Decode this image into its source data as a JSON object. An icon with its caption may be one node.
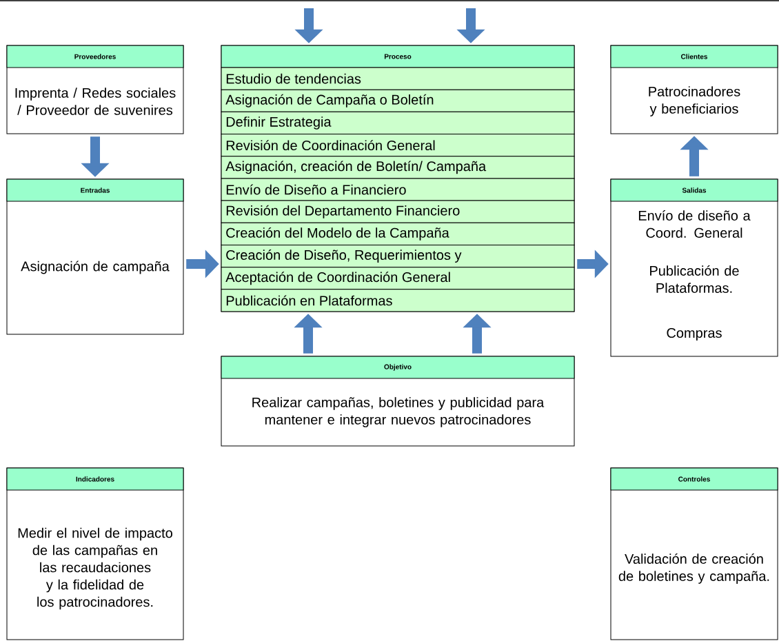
{
  "diagram": {
    "nodes": [
      {
        "text": [
          "Proveedores",
          "Imprenta / Redes sociales / Proveedor de suvenires"
        ]
      },
      {
        "text": [
          "Proceso"
        ]
      },
      {
        "text": [
          "Estudio de tendencias"
        ],
        "in": 1
      },
      {
        "text": [
          "Asignación de Campaña o Boletín"
        ],
        "in": 1
      },
      {
        "text": [
          "Definir Estrategia"
        ],
        "in": 1
      },
      {
        "text": [
          "Revisión de Coordinación General"
        ],
        "in": 1
      },
      {
        "text": [
          "Asignación, creación de Boletín/ Campaña"
        ],
        "in": 1
      },
      {
        "text": [
          "Envío de Diseño a Financiero"
        ],
        "in": 1
      },
      {
        "text": [
          "Revisión del Departamento Financiero"
        ],
        "in": 1
      },
      {
        "text": [
          "Creación del Modelo de la Campaña"
        ],
        "in": 1
      },
      {
        "text": [
          "Creación de Diseño, Requerimientos y"
        ],
        "in": 1
      },
      {
        "text": [
          "Aceptación de Coordinación General"
        ],
        "in": 1
      },
      {
        "text": [
          "Publicación en Plataformas"
        ],
        "in": 1
      },
      {
        "text": [
          "Clientes",
          "Patrocinadores y beneficiarios"
        ]
      },
      {
        "text": [
          "Entradas",
          "Asignación de campaña"
        ]
      },
      {
        "text": [
          "Salidas",
          "Envío de diseño a Coord. General",
          "Publicación de Plataformas.",
          "Compras"
        ]
      },
      {
        "text": [
          "Objetivo",
          "Realizar campañas, boletines y publicidad para mantener e integrar nuevos patrocinadores"
        ]
      },
      {
        "text": [
          "Indicadores",
          "Medir el nivel de impacto de las campañas en las recaudaciones y la fidelidad de los patrocinadores."
        ]
      },
      {
        "text": [
          "Controles",
          "Validación de creación de boletines y campaña."
        ]
      }
    ],
    "edges": [
      {
        "from": null,
        "to": 1,
        "arrow": "to"
      },
      {
        "from": null,
        "to": 1,
        "arrow": "to"
      },
      {
        "from": 0,
        "to": 14,
        "arrow": "to"
      },
      {
        "from": 14,
        "to": 1,
        "arrow": "to"
      },
      {
        "from": 1,
        "to": 15,
        "arrow": "to"
      },
      {
        "from": 15,
        "to": 13,
        "arrow": "to"
      },
      {
        "from": 16,
        "to": 1,
        "arrow": "to"
      },
      {
        "from": 16,
        "to": 1,
        "arrow": "to"
      }
    ]
  }
}
